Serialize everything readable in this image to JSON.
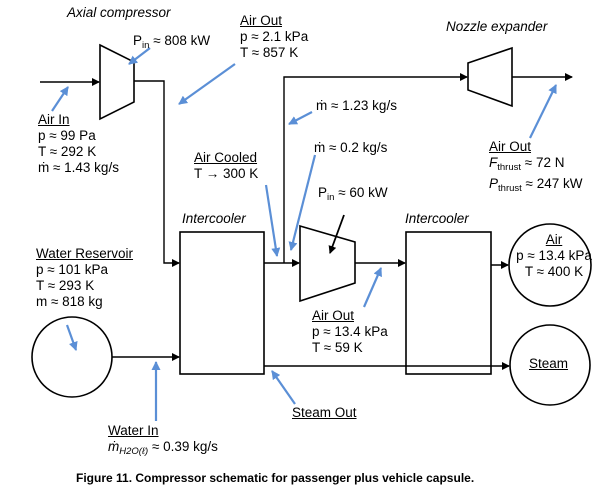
{
  "caption": "Figure 11. Compressor schematic for passenger plus vehicle capsule.",
  "labels": {
    "axial_compressor": "Axial compressor",
    "pin_left": {
      "sym": "P",
      "sub": "in",
      "val": "≈ 808 kW"
    },
    "air_out_top": {
      "title": "Air Out",
      "l1": "p ≈ 2.1 kPa",
      "l2": "T ≈ 857 K"
    },
    "nozzle_expander": "Nozzle expander",
    "mdot_123": "ṁ ≈ 1.23 kg/s",
    "mdot_02": "ṁ ≈ 0.2 kg/s",
    "air_in": {
      "title": "Air In",
      "l1": "p ≈ 99 Pa",
      "l2": "T ≈ 292 K",
      "l3": "ṁ ≈ 1.43 kg/s"
    },
    "air_cooled": {
      "title": "Air Cooled",
      "l1": "T → 300 K"
    },
    "pin_mid": {
      "sym": "P",
      "sub": "in",
      "val": "≈ 60 kW"
    },
    "air_out_right": {
      "title": "Air Out",
      "l1": {
        "sym": "F",
        "sub": "thrust",
        "val": "≈ 72 N"
      },
      "l2": {
        "sym": "P",
        "sub": "thrust",
        "val": "≈ 247 kW"
      }
    },
    "intercooler_left": "Intercooler",
    "intercooler_right": "Intercooler",
    "water_reservoir": {
      "title": "Water Reservoir",
      "l1": "p ≈ 101 kPa",
      "l2": "T ≈ 293 K",
      "l3": "m ≈ 818 kg"
    },
    "air_tank": {
      "title": "Air",
      "l1": "p ≈ 13.4 kPa",
      "l2": "T ≈ 400 K"
    },
    "air_out_mid": {
      "title": "Air Out",
      "l1": "p ≈ 13.4 kPa",
      "l2": "T ≈ 59 K"
    },
    "steam": "Steam",
    "steam_out": "Steam Out",
    "water_in": {
      "title": "Water In",
      "sym": "ṁ",
      "sub": "H2O(ℓ)",
      "val": "≈ 0.39 kg/s"
    }
  }
}
